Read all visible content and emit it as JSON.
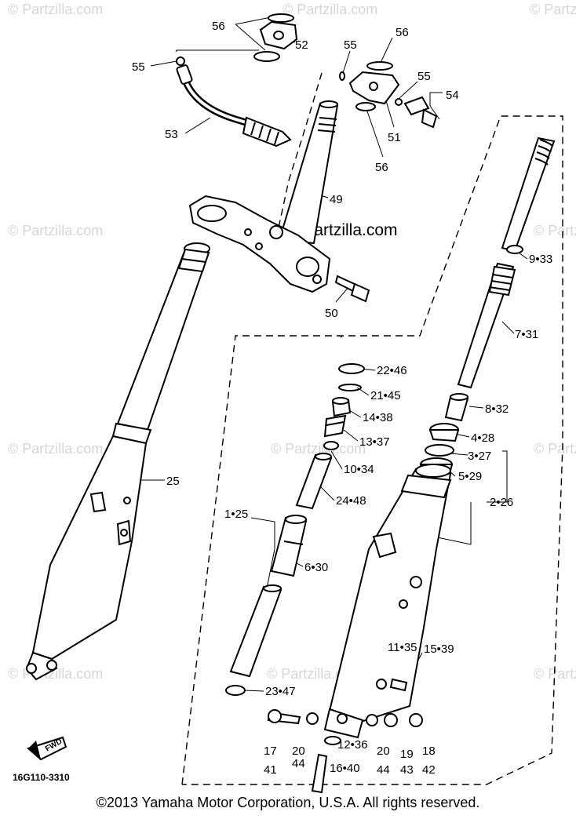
{
  "watermark": {
    "text": "© Partzilla.com",
    "center_text": "© Partzilla.com"
  },
  "diagram_code": "16G110-3310",
  "fwd_label": "FWD",
  "copyright": "©2013 Yamaha Motor Corporation, U.S.A. All rights reserved.",
  "callouts": {
    "c56a": "56",
    "c52": "52",
    "c55a": "55",
    "c55b": "55",
    "c56b": "56",
    "c55c": "55",
    "c54": "54",
    "c53": "53",
    "c51": "51",
    "c56c": "56",
    "c49": "49",
    "c50": "50",
    "c933": "9•33",
    "c731": "7•31",
    "c2246": "22•46",
    "c2145": "21•45",
    "c1438": "14•38",
    "c832": "8•32",
    "c1337": "13•37",
    "c428": "4•28",
    "c1034": "10•34",
    "c327": "3•27",
    "c529": "5•29",
    "c25": "25",
    "c2448": "24•48",
    "c226": "2•26",
    "c125": "1•25",
    "c630": "6•30",
    "c1135": "11•35",
    "c1539": "15•39",
    "c2347": "23•47",
    "c17": "17",
    "c41": "41",
    "c20a": "20",
    "c44a": "44",
    "c1236": "12•36",
    "c20b": "20",
    "c44b": "44",
    "c19": "19",
    "c43": "43",
    "c18": "18",
    "c42": "42",
    "c1640": "16•40"
  }
}
